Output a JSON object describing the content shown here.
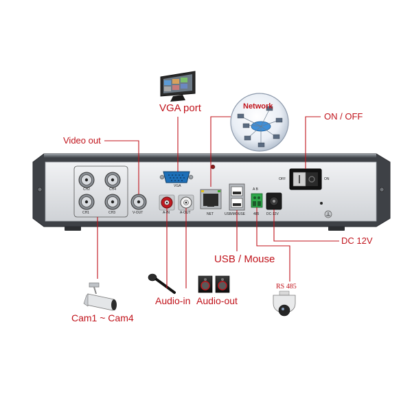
{
  "callouts": {
    "vga_port": "VGA port",
    "network": "Network",
    "on_off": "ON / OFF",
    "video_out": "Video out",
    "dc_12v": "DC 12V",
    "usb_mouse": "USB / Mouse",
    "rs485": "RS  485",
    "audio_in": "Audio-in",
    "audio_out": "Audio-out",
    "cam": "Cam1 ~ Cam4"
  },
  "panel_labels": {
    "ch1": "CH1",
    "ch3": "CH3",
    "ch2": "CH2",
    "ch4": "CH4",
    "vout": "V-OUT",
    "vga": "VGA",
    "ain": "A-IN",
    "aout": "A-OUT",
    "net": "NET",
    "usb_mouse": "USB/MOUSE",
    "ab": "A  B",
    "p485": "485",
    "dc12v": "DC-12V",
    "off": "OFF",
    "on": "ON"
  },
  "colors": {
    "callout_red": "#c0121a",
    "leader_line": "#c0121a",
    "chassis_grey": "#4a4d52",
    "panel_silver": "#e3e5e8"
  }
}
